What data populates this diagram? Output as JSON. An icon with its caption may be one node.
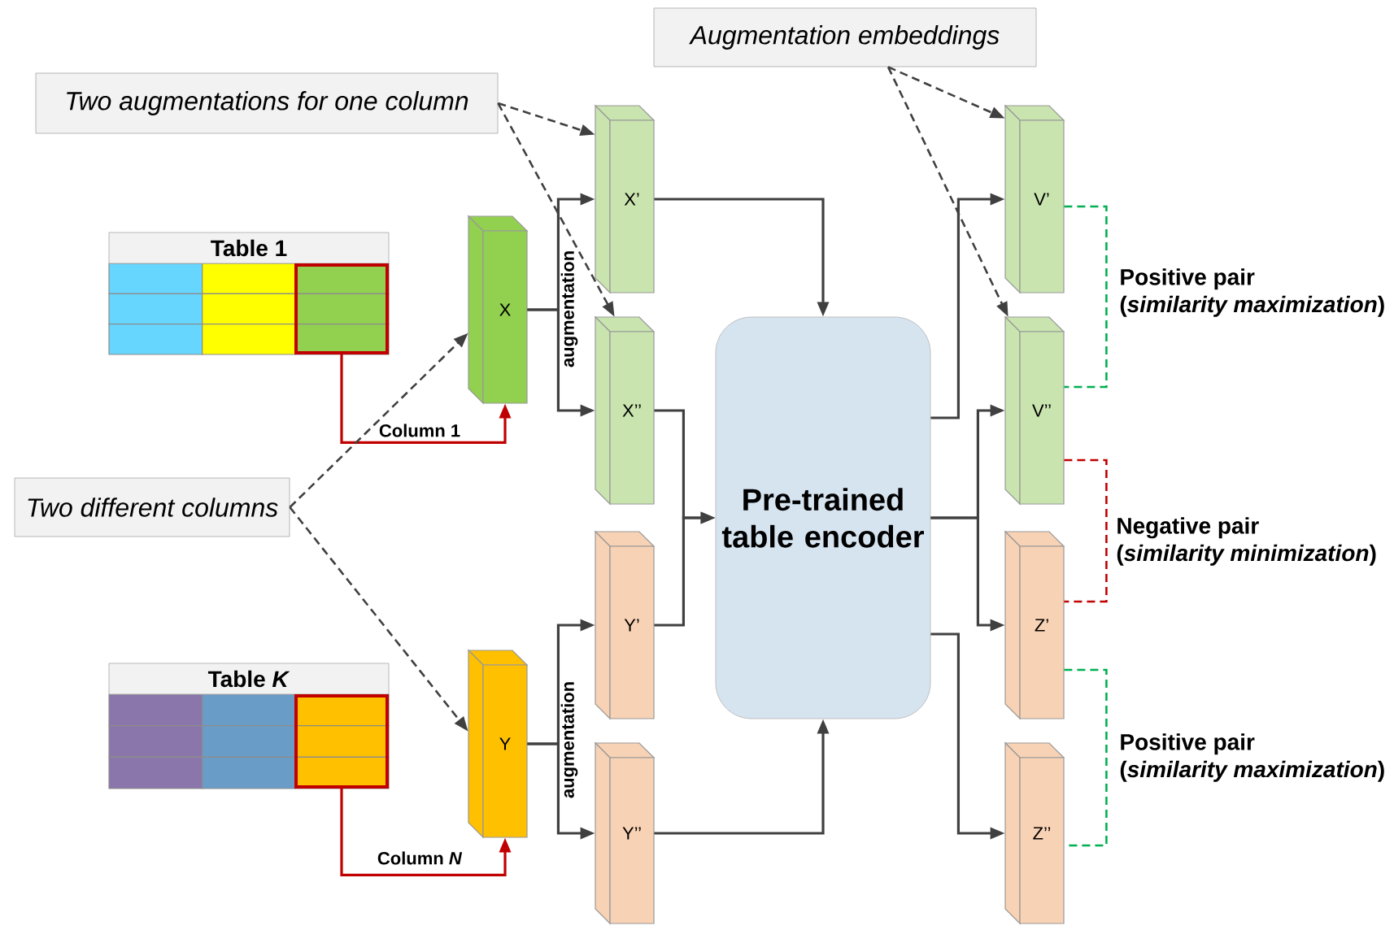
{
  "diagram": {
    "nodes": [
      {
        "text": [
          "Augmentation embeddings"
        ]
      },
      {
        "text": [
          "Two augmentations for one column"
        ]
      },
      {
        "text": [
          "Table 1"
        ]
      },
      {
        "text": [],
        "shape": "box",
        "in": 2
      },
      {
        "text": [
          "X"
        ]
      },
      {
        "text": [
          "X’"
        ]
      },
      {
        "text": [
          "X’’"
        ]
      },
      {
        "text": [
          "Two different columns"
        ]
      },
      {
        "text": [
          "Table *K*"
        ]
      },
      {
        "text": [],
        "shape": "box",
        "in": 8
      },
      {
        "text": [
          "Y"
        ]
      },
      {
        "text": [
          "Y’"
        ]
      },
      {
        "text": [
          "Y’’"
        ]
      },
      {
        "text": [
          "Pre-trained table encoder"
        ]
      },
      {
        "text": [
          "V’"
        ]
      },
      {
        "text": [
          "V’’"
        ]
      },
      {
        "text": [
          "Z’"
        ]
      },
      {
        "text": [
          "Z’’"
        ]
      }
    ],
    "edges": [
      {
        "from": 1,
        "to": 5,
        "arrow": "to",
        "style": "dashed"
      },
      {
        "from": 1,
        "to": 6,
        "arrow": "to",
        "style": "dashed"
      },
      {
        "from": 0,
        "to": 14,
        "arrow": "to",
        "style": "dashed"
      },
      {
        "from": 0,
        "to": 15,
        "arrow": "to",
        "style": "dashed"
      },
      {
        "from": 3,
        "to": 4,
        "arrow": "to",
        "label": "Column 1",
        "color": "#c00000"
      },
      {
        "from": 7,
        "to": 4,
        "arrow": "to",
        "style": "dashed"
      },
      {
        "from": 7,
        "to": 10,
        "arrow": "to",
        "style": "dashed"
      },
      {
        "from": 9,
        "to": 10,
        "arrow": "to",
        "label": "Column *N*",
        "color": "#c00000"
      },
      {
        "from": 4,
        "to": 5,
        "arrow": "to"
      },
      {
        "from": 4,
        "to": 6,
        "arrow": "to"
      },
      {
        "from": 10,
        "to": 11,
        "arrow": "to"
      },
      {
        "from": 10,
        "to": 12,
        "arrow": "to"
      },
      {
        "from": 5,
        "to": 13,
        "arrow": "to"
      },
      {
        "from": 6,
        "to": 13,
        "arrow": "to"
      },
      {
        "from": 11,
        "to": 13,
        "arrow": "to"
      },
      {
        "from": 12,
        "to": 13,
        "arrow": "to"
      },
      {
        "from": 13,
        "to": 14,
        "arrow": "to"
      },
      {
        "from": 13,
        "to": 15,
        "arrow": "to"
      },
      {
        "from": 13,
        "to": 16,
        "arrow": "to"
      },
      {
        "from": 13,
        "to": 17,
        "arrow": "to"
      },
      {
        "from": 14,
        "to": 15,
        "arrow": "none",
        "style": "dashed",
        "color": "#00b050",
        "label": "Positive pair (*similarity maximization*)"
      },
      {
        "from": 15,
        "to": 16,
        "arrow": "none",
        "style": "dashed",
        "color": "#c00000",
        "label": "Negative pair (*similarity minimization*)"
      },
      {
        "from": 16,
        "to": 17,
        "arrow": "none",
        "style": "dashed",
        "color": "#00b050",
        "label": "Positive pair (*similarity maximization*)"
      }
    ],
    "labels": [
      "augmentation",
      "augmentation"
    ]
  }
}
